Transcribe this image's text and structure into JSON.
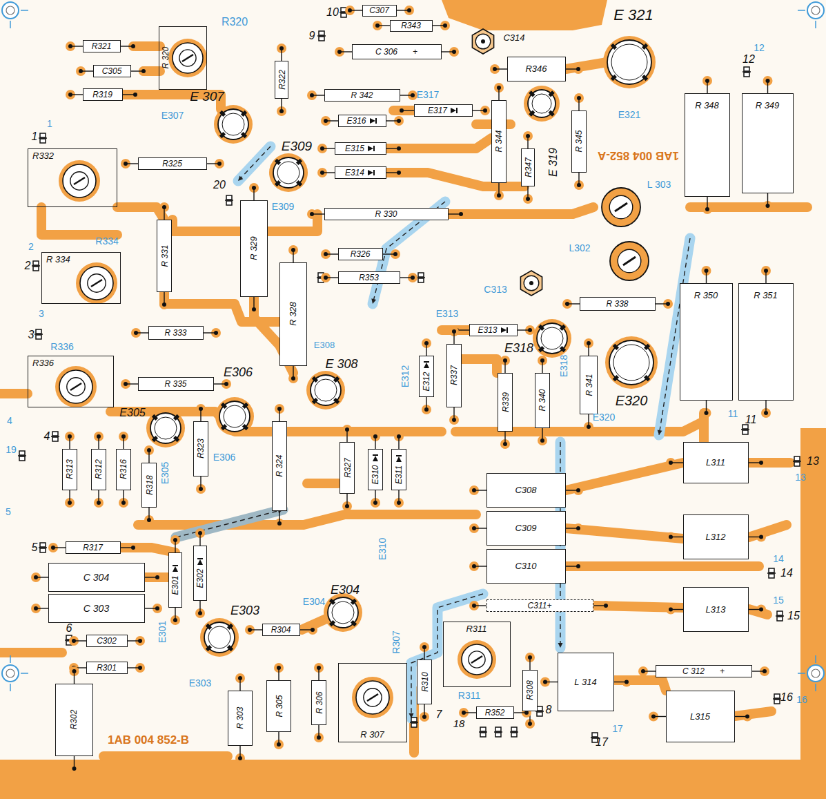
{
  "diagram": {
    "nodes": [
      {
        "text": [
          "C307"
        ]
      },
      {
        "text": [
          "R343"
        ]
      },
      {
        "text": [
          "R321"
        ]
      },
      {
        "text": [
          "C 306",
          "+"
        ]
      },
      {
        "text": [
          "R 320"
        ]
      },
      {
        "text": [
          "R346"
        ]
      },
      {
        "text": [
          "C305"
        ]
      },
      {
        "text": [
          "R322"
        ]
      },
      {
        "text": [
          "R319"
        ]
      },
      {
        "text": [
          "R 342"
        ]
      },
      {
        "text": [
          "E317"
        ]
      },
      {
        "text": [
          "R 348"
        ]
      },
      {
        "text": [
          "R 349"
        ]
      },
      {
        "text": [
          "E316"
        ]
      },
      {
        "text": [
          "R 344"
        ]
      },
      {
        "text": [
          "R 345"
        ]
      },
      {
        "text": [
          "E315"
        ]
      },
      {
        "text": [
          "R347"
        ]
      },
      {
        "text": [
          "R325"
        ]
      },
      {
        "text": [
          "R332"
        ]
      },
      {
        "text": [
          "E314"
        ]
      },
      {
        "text": [
          "R 329"
        ]
      },
      {
        "text": [
          "R 330"
        ]
      },
      {
        "text": [
          "R 331"
        ]
      },
      {
        "text": [
          "R 334"
        ]
      },
      {
        "text": [
          "R326"
        ]
      },
      {
        "text": [
          "R353"
        ]
      },
      {
        "text": [
          "R 328"
        ]
      },
      {
        "text": [
          "R 338"
        ]
      },
      {
        "text": [
          "R 350"
        ]
      },
      {
        "text": [
          "R 351"
        ]
      },
      {
        "text": [
          "E313"
        ]
      },
      {
        "text": [
          "R 333"
        ]
      },
      {
        "text": [
          "R336"
        ]
      },
      {
        "text": [
          "R337"
        ]
      },
      {
        "text": [
          "E312"
        ]
      },
      {
        "text": [
          "R 341"
        ]
      },
      {
        "text": [
          "R339"
        ]
      },
      {
        "text": [
          "R 340"
        ]
      },
      {
        "text": [
          "R 335"
        ]
      },
      {
        "text": [
          "R323"
        ]
      },
      {
        "text": [
          "R 324"
        ]
      },
      {
        "text": [
          "R313"
        ]
      },
      {
        "text": [
          "R312"
        ]
      },
      {
        "text": [
          "R316"
        ]
      },
      {
        "text": [
          "R318"
        ]
      },
      {
        "text": [
          "R327"
        ]
      },
      {
        "text": [
          "E310"
        ]
      },
      {
        "text": [
          "E311"
        ]
      },
      {
        "text": [
          "L311"
        ]
      },
      {
        "text": [
          "C308"
        ]
      },
      {
        "text": [
          "C309"
        ]
      },
      {
        "text": [
          "L312"
        ]
      },
      {
        "text": [
          "R317"
        ]
      },
      {
        "text": [
          "E301"
        ]
      },
      {
        "text": [
          "E302"
        ]
      },
      {
        "text": [
          "C310"
        ]
      },
      {
        "text": [
          "C 304"
        ]
      },
      {
        "text": [
          "L313"
        ]
      },
      {
        "text": [
          "C 303"
        ]
      },
      {
        "text": [
          "C311+"
        ]
      },
      {
        "text": [
          "R304"
        ]
      },
      {
        "text": [
          "C302"
        ]
      },
      {
        "text": [
          "R311"
        ]
      },
      {
        "text": [
          "R310"
        ]
      },
      {
        "text": [
          "C 312",
          "+"
        ]
      },
      {
        "text": [
          "L 314"
        ]
      },
      {
        "text": [
          "R301"
        ]
      },
      {
        "text": [
          "R 307"
        ]
      },
      {
        "text": [
          "R 303"
        ]
      },
      {
        "text": [
          "R 305"
        ]
      },
      {
        "text": [
          "R 306"
        ]
      },
      {
        "text": [
          "R308"
        ]
      },
      {
        "text": [
          "R302"
        ]
      },
      {
        "text": [
          "L315"
        ]
      },
      {
        "text": [
          "R352"
        ]
      }
    ],
    "labels": [
      "R320",
      "10",
      "9",
      "C314",
      "E 321",
      "12",
      "12",
      "E 307",
      "E307",
      "E317",
      "E321",
      "1",
      "1",
      "E309",
      "1AB 004 852-A",
      "E 319",
      "20",
      "L 303",
      "E309",
      "2",
      "R334",
      "L302",
      "2",
      "C313",
      "E313",
      "3",
      "3",
      "R336",
      "E308",
      "E318",
      "E 308",
      "E306",
      "E312",
      "E318",
      "E320",
      "E305",
      "E320",
      "11",
      "11",
      "4",
      "4",
      "19",
      "E306",
      "13",
      "E305",
      "13",
      "5",
      "5",
      "E310",
      "14",
      "14",
      "E304",
      "15",
      "E304",
      "E303",
      "15",
      "6",
      "E301",
      "R307",
      "E303",
      "R311",
      "16",
      "16",
      "7",
      "8",
      "18",
      "17",
      "17",
      "1AB 004 852-B"
    ]
  }
}
